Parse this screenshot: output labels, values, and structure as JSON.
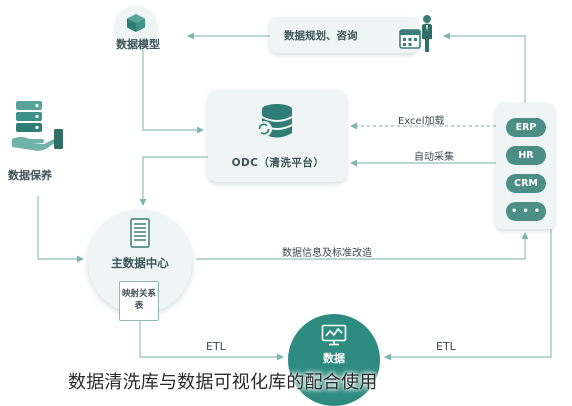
{
  "nodes": {
    "model": "数据模型",
    "plan": "数据规划、咨询",
    "platform": "ODC（清洗平台）",
    "mdm": "主数据中心",
    "sync": "映射关系表",
    "care": "数据保养",
    "visual": "数据"
  },
  "sources": [
    "ERP",
    "HR",
    "CRM",
    "• • •"
  ],
  "edges": {
    "excel": "Excel加载",
    "auto": "自动采集",
    "standard": "数据信息及标准改造",
    "etl_left": "ETL",
    "etl_right": "ETL"
  },
  "caption": "数据清洗库与数据可视化库的配合使用",
  "colors": {
    "primary": "#2e8b80",
    "card": "#eef5f4",
    "line": "#7fb8b0",
    "button": "#4c8e86"
  },
  "icons": {
    "model": "cube-icon",
    "plan": "calendar-person-icon",
    "platform": "database-refresh-icon",
    "mdm": "server-icon",
    "care": "hand-server-icon",
    "visual": "monitor-chart-icon"
  }
}
